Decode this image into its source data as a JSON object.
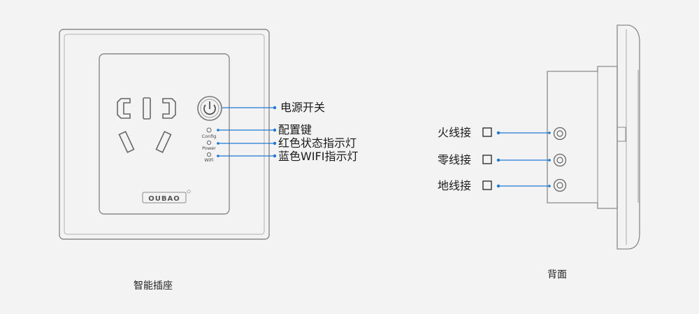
{
  "front": {
    "caption": "智能插座",
    "brand": "OUBAO",
    "indicators": {
      "config": "Config",
      "power": "Power",
      "wifi": "WiFi"
    },
    "callouts": {
      "power_switch": "电源开关",
      "config_key": "配置键",
      "red_status": "红色状态指示灯",
      "blue_wifi": "蓝色WIFI指示灯"
    }
  },
  "back": {
    "caption": "背面",
    "terminals": {
      "live": "火线接",
      "neutral": "零线接",
      "earth": "地线接"
    }
  },
  "colors": {
    "accent": "#1f78d1",
    "outline": "#8a8a8a",
    "background": "#f3f3f3"
  }
}
